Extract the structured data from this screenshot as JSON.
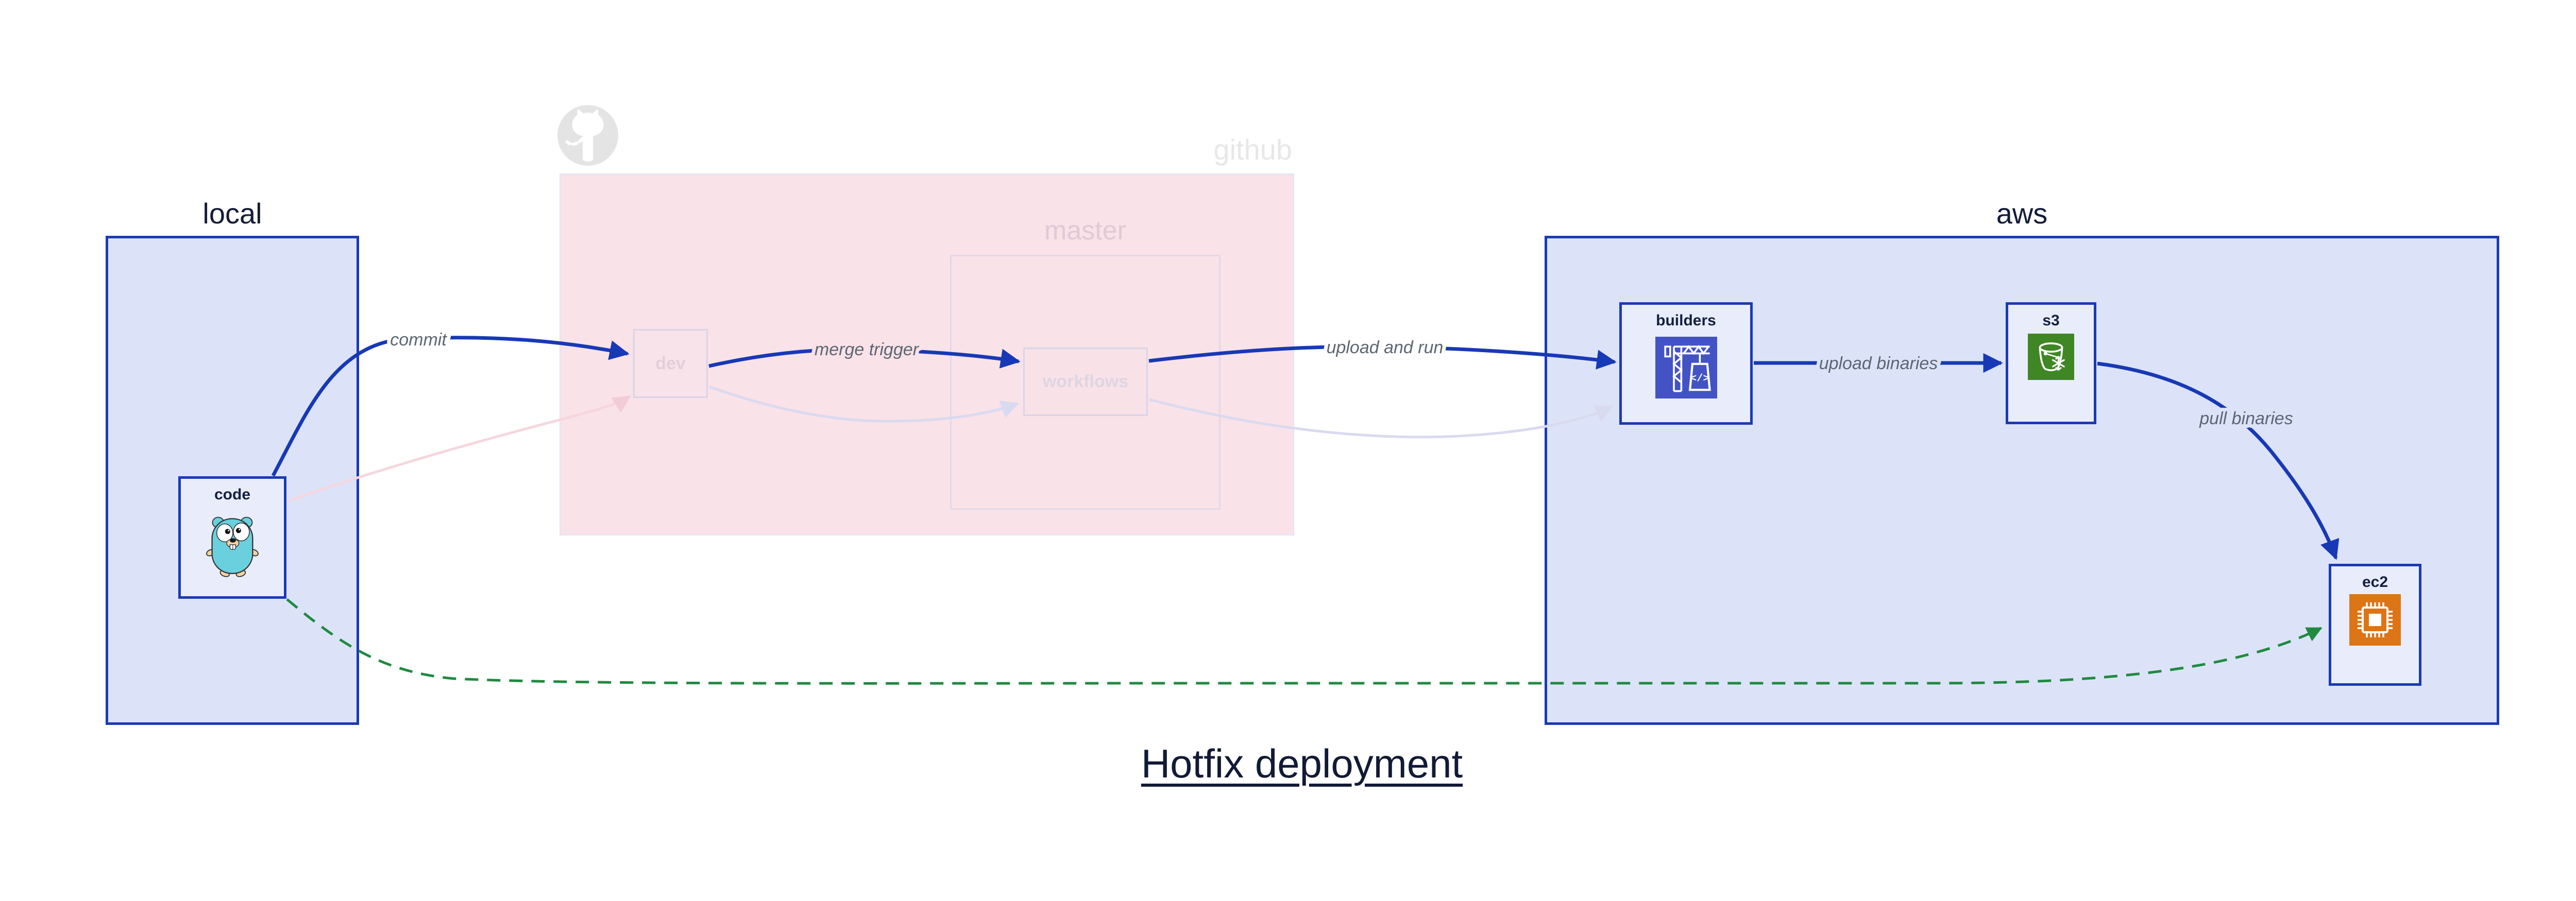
{
  "title": "Hotfix deployment",
  "groups": {
    "local": {
      "label": "local"
    },
    "github": {
      "label": "github",
      "branch_label": "master",
      "icon": "octocat-icon"
    },
    "aws": {
      "label": "aws"
    }
  },
  "nodes": {
    "code": {
      "label": "code",
      "group": "local",
      "icon": "go-gopher-icon"
    },
    "dev": {
      "label": "dev",
      "group": "github"
    },
    "workflows": {
      "label": "workflows",
      "group": "github master"
    },
    "builders": {
      "label": "builders",
      "group": "aws",
      "icon": "codebuild-crane-icon",
      "icon_color": "#4353c5"
    },
    "s3": {
      "label": "s3",
      "group": "aws",
      "icon": "s3-glacier-bucket-icon",
      "icon_color": "#3f8624"
    },
    "ec2": {
      "label": "ec2",
      "group": "aws",
      "icon": "ec2-chip-icon",
      "icon_color": "#dd7517"
    }
  },
  "edges": {
    "commit": {
      "label": "commit",
      "from": "code",
      "to": "dev",
      "style": "solid",
      "color": "#1839b6"
    },
    "merge_trigger": {
      "label": "merge trigger",
      "from": "dev",
      "to": "workflows",
      "style": "solid",
      "color": "#1839b6"
    },
    "upload_and_run": {
      "label": "upload and run",
      "from": "workflows",
      "to": "builders",
      "style": "solid",
      "color": "#1839b6"
    },
    "upload_binaries": {
      "label": "upload binaries",
      "from": "builders",
      "to": "s3",
      "style": "solid",
      "color": "#1839b6"
    },
    "pull_binaries": {
      "label": "pull binaries",
      "from": "s3",
      "to": "ec2",
      "style": "solid",
      "color": "#1839b6"
    },
    "hotfix_direct": {
      "label": "",
      "from": "code",
      "to": "ec2",
      "style": "dashed",
      "color": "#1f8a40"
    },
    "faded_commit": {
      "label": "",
      "from": "code",
      "to": "dev",
      "style": "faded",
      "color": "#f6d6de"
    },
    "faded_merge": {
      "label": "",
      "from": "dev",
      "to": "workflows",
      "style": "faded",
      "color": "#d9daf0"
    },
    "faded_upload": {
      "label": "",
      "from": "workflows",
      "to": "builders",
      "style": "faded",
      "color": "#d9daf0"
    }
  },
  "colors": {
    "container_fill": "#dce3f8",
    "container_border": "#1b3ab5",
    "node_fill": "#e9edfb",
    "github_fill": "#f9e2e8",
    "github_border": "#e0e4f7",
    "flow_blue": "#1839b6",
    "hotfix_green": "#1f8a40",
    "faded_pink": "#f6d6de",
    "faded_lavender": "#d9daf0",
    "edge_label_gray": "#5d6673",
    "faded_text_pink": "#e3cfda",
    "faded_text_lavender": "#ded5e2",
    "gopher_teal": "#6ad0de",
    "octocat_gray": "#e4e4e4"
  }
}
